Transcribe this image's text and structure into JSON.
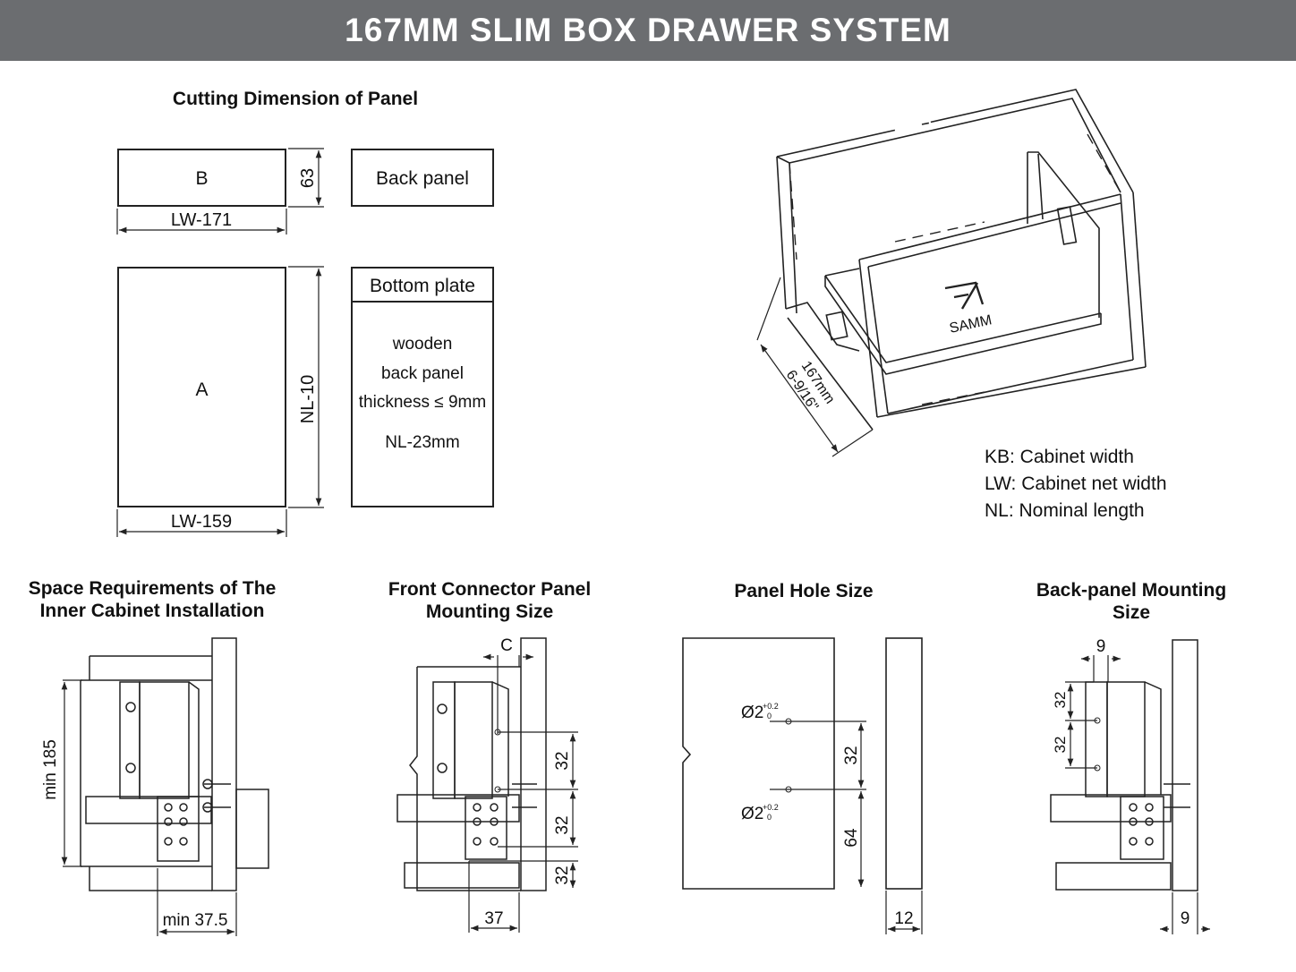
{
  "header": {
    "title": "167MM SLIM BOX DRAWER SYSTEM"
  },
  "cutting": {
    "title": "Cutting Dimension of Panel",
    "panel_b": {
      "label": "B",
      "width": "LW-171",
      "height": "63"
    },
    "panel_a": {
      "label": "A",
      "width": "LW-159",
      "height": "NL-10"
    },
    "back_panel_label": "Back panel",
    "bottom_plate": {
      "title": "Bottom plate",
      "lines": [
        "wooden",
        "back panel",
        "thickness ≤ 9mm"
      ],
      "dimension": "NL-23mm"
    }
  },
  "iso_view": {
    "brand": "SAMM",
    "height_mm": "167mm",
    "height_in": "6-9/16\""
  },
  "legend": {
    "kb": "KB: Cabinet width",
    "lw": "LW: Cabinet net width",
    "nl": "NL: Nominal length"
  },
  "details": {
    "space": {
      "title_line1": "Space Requirements of The",
      "title_line2": "Inner Cabinet Installation",
      "height": "min 185",
      "depth": "min 37.5"
    },
    "connector": {
      "title_line1": "Front Connector Panel",
      "title_line2": "Mounting Size",
      "c_label": "C",
      "dim1": "32",
      "dim2": "32",
      "dim3": "32",
      "depth": "37"
    },
    "hole": {
      "title": "Panel Hole Size",
      "hole1": "Ø2",
      "hole2": "Ø2",
      "tol_upper": "+0.2",
      "tol_lower": "0",
      "spacing": "32",
      "bottom": "64",
      "thickness": "12"
    },
    "backpanel": {
      "title_line1": "Back-panel Mounting",
      "title_line2": "Size",
      "top": "9",
      "dim1": "32",
      "dim2": "32",
      "bottom": "9"
    }
  }
}
